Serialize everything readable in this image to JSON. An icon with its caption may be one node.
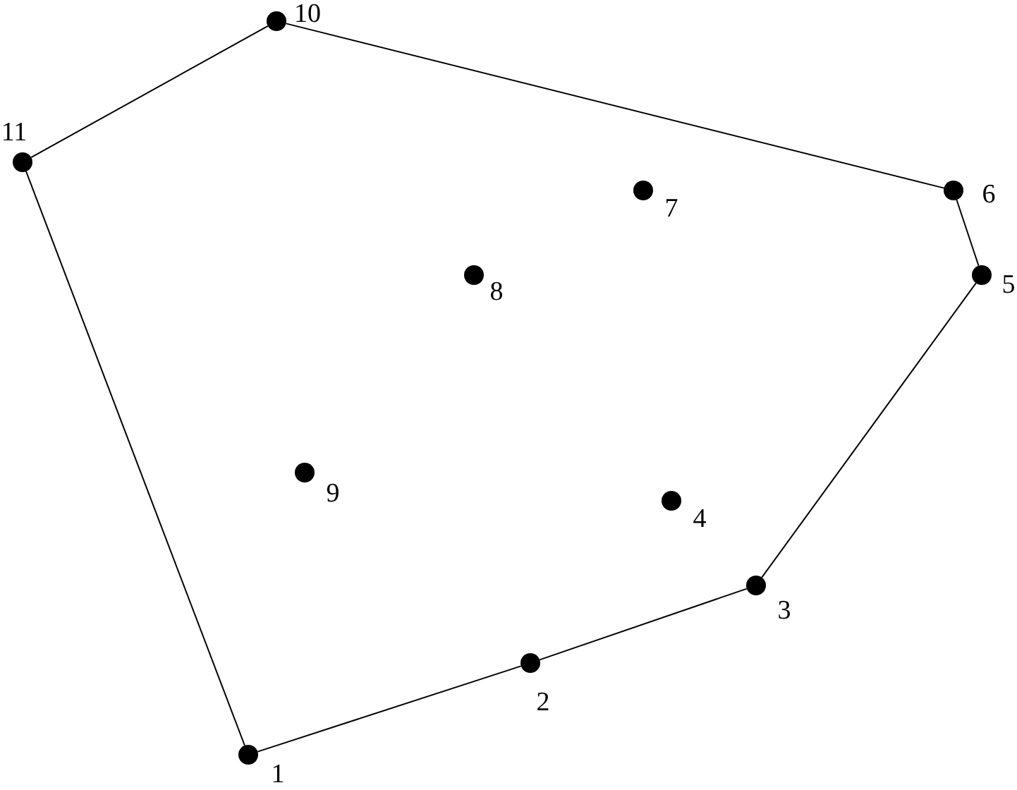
{
  "diagram": {
    "nodes": [
      {
        "text": [],
        "shape": "circle",
        "beside": [
          "1"
        ]
      },
      {
        "text": [],
        "shape": "circle",
        "beside": [
          "2"
        ]
      },
      {
        "text": [],
        "shape": "circle",
        "beside": [
          "3"
        ]
      },
      {
        "text": [],
        "shape": "circle",
        "beside": [
          "4"
        ]
      },
      {
        "text": [],
        "shape": "circle",
        "beside": [
          "5"
        ]
      },
      {
        "text": [],
        "shape": "circle",
        "beside": [
          "6"
        ]
      },
      {
        "text": [],
        "shape": "circle",
        "beside": [
          "7"
        ]
      },
      {
        "text": [],
        "shape": "circle",
        "beside": [
          "8"
        ]
      },
      {
        "text": [],
        "shape": "circle",
        "beside": [
          "9"
        ]
      },
      {
        "text": [],
        "shape": "circle",
        "beside": [
          "10"
        ]
      },
      {
        "text": [],
        "shape": "circle",
        "beside": [
          "11"
        ]
      }
    ],
    "edges": [
      {
        "from": 0,
        "to": 1,
        "arrow": "none"
      },
      {
        "from": 1,
        "to": 2,
        "arrow": "none"
      },
      {
        "from": 2,
        "to": 4,
        "arrow": "none"
      },
      {
        "from": 4,
        "to": 5,
        "arrow": "none"
      },
      {
        "from": 5,
        "to": 9,
        "arrow": "none"
      },
      {
        "from": 9,
        "to": 10,
        "arrow": "none"
      },
      {
        "from": 10,
        "to": 0,
        "arrow": "none"
      }
    ]
  }
}
